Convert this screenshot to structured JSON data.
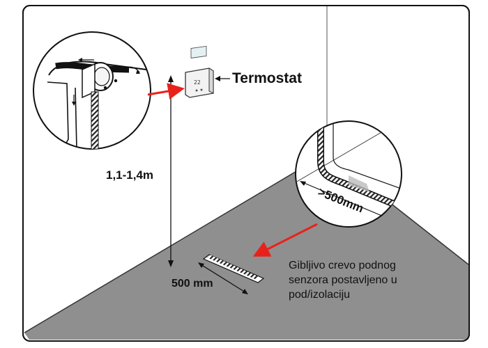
{
  "labels": {
    "thermostat": "Termostat",
    "mounting_height": "1,1-1,4m",
    "sensor_length": "500 mm",
    "inset_length": ">500mm",
    "description_lines": [
      "Gibljivo crevo podnog",
      "senzora postavljeno u",
      "pod/izolaciju"
    ],
    "display_reading": "22"
  },
  "colors": {
    "outline": "#111111",
    "floor": "#8f8f8f",
    "wall": "#ffffff",
    "arrow": "#e8221b",
    "background": "#ffffff"
  },
  "icons": {
    "thermostat": "thermostat-icon",
    "conduit_detail": "conduit-box-detail-icon",
    "hose_bend_detail": "hose-bend-detail-icon"
  }
}
